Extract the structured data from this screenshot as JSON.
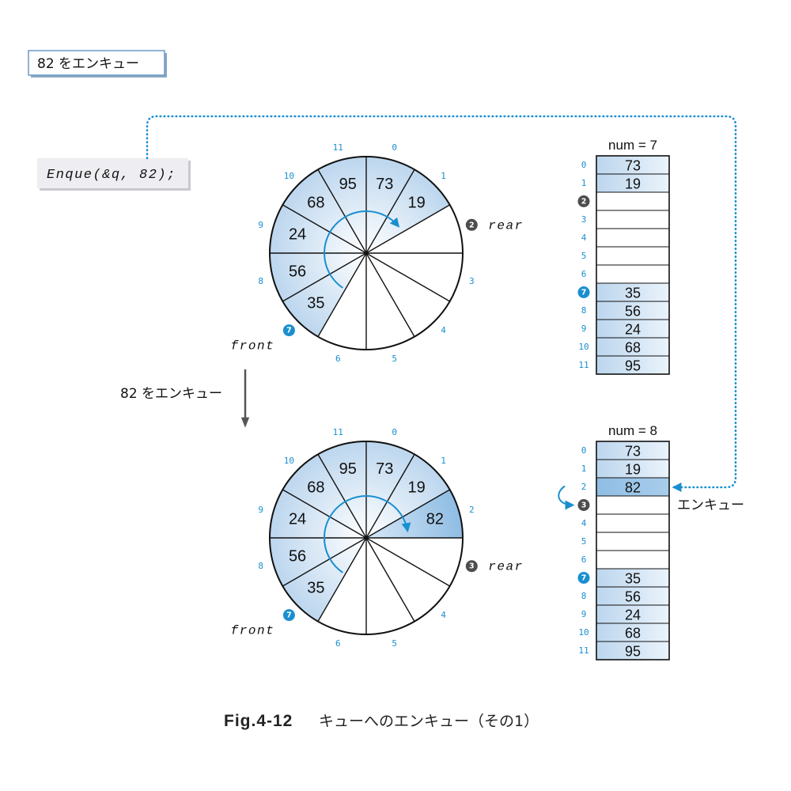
{
  "header_box": {
    "text": "82 をエンキュー"
  },
  "code_box": {
    "text": "Enque(&q, 82);"
  },
  "transition": {
    "text": "82 をエンキュー"
  },
  "indices": [
    "0",
    "1",
    "2",
    "3",
    "4",
    "5",
    "6",
    "7",
    "8",
    "9",
    "10",
    "11"
  ],
  "pointer_labels": {
    "front": "front",
    "rear": "rear"
  },
  "before": {
    "num_label": "num = 7",
    "front": 7,
    "rear": 2,
    "highlight": null,
    "values": [
      "73",
      "19",
      "",
      "",
      "",
      "",
      "",
      "35",
      "56",
      "24",
      "68",
      "95"
    ]
  },
  "after": {
    "num_label": "num = 8",
    "front": 7,
    "rear": 3,
    "highlight": 2,
    "values": [
      "73",
      "19",
      "82",
      "",
      "",
      "",
      "",
      "35",
      "56",
      "24",
      "68",
      "95"
    ],
    "enqueue_label": "エンキュー"
  },
  "caption": {
    "figure": "Fig.4-12",
    "title": "キューへのエンキュー（その1）"
  },
  "colors": {
    "accent": "#1a8fd0",
    "filled": "#bcd6ee",
    "new_item": "#8fbde4",
    "rear_marker": "#4d4d4d",
    "front_marker": "#1a8fd0",
    "line": "#111111",
    "code_bg": "#eeeef2"
  }
}
